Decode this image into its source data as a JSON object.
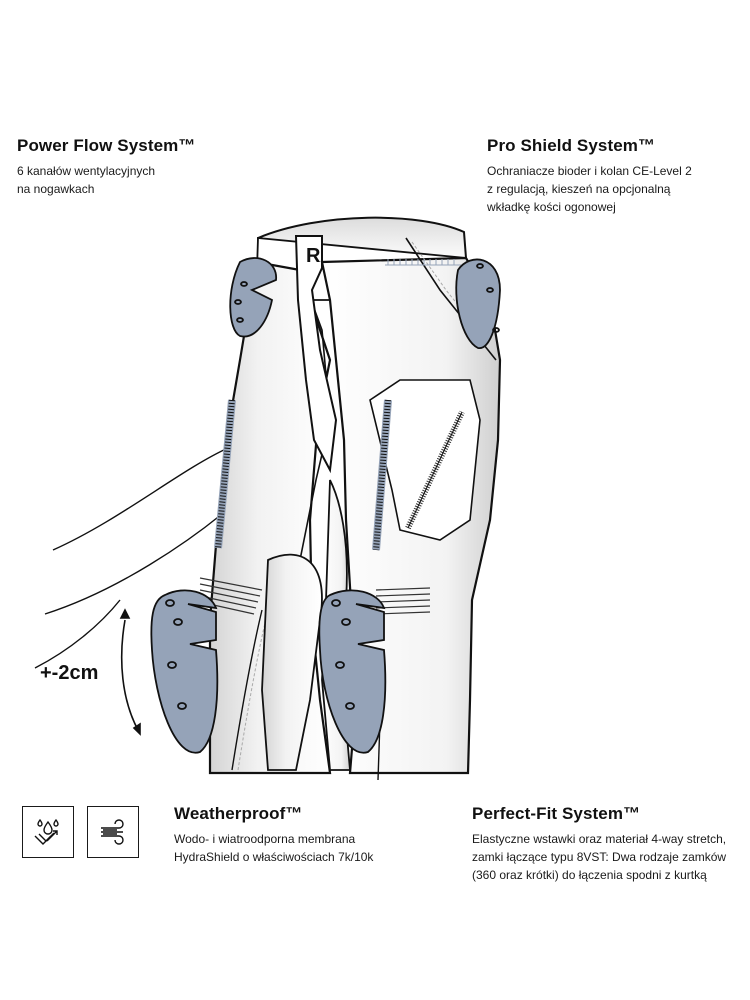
{
  "features": {
    "power_flow": {
      "title": "Power Flow System™",
      "lines": [
        "6 kanałów wentylacyjnych",
        "na nogawkach"
      ]
    },
    "pro_shield": {
      "title": "Pro Shield System™",
      "lines": [
        "Ochraniacze bioder i kolan CE-Level 2",
        "z regulacją, kieszeń na opcjonalną",
        "wkładkę kości ogonowej"
      ]
    },
    "weatherproof": {
      "title": "Weatherproof™",
      "lines": [
        "Wodo- i wiatroodporna membrana",
        "HydraShield o właściwościach 7k/10k"
      ]
    },
    "perfect_fit": {
      "title": "Perfect-Fit System™",
      "lines": [
        "Elastyczne wstawki oraz materiał 4-way stretch,",
        "zamki łączące typu 8VST: Dwa rodzaje zamków",
        "(360 oraz krótki) do łączenia spodni z kurtką"
      ]
    }
  },
  "illustration": {
    "adjust_label": "+-2cm",
    "brand_mark": "R",
    "protector_color": "#95a3b8",
    "outline_color": "#111111"
  },
  "icons": {
    "waterproof": "waterproof-icon",
    "windproof": "windproof-icon"
  }
}
